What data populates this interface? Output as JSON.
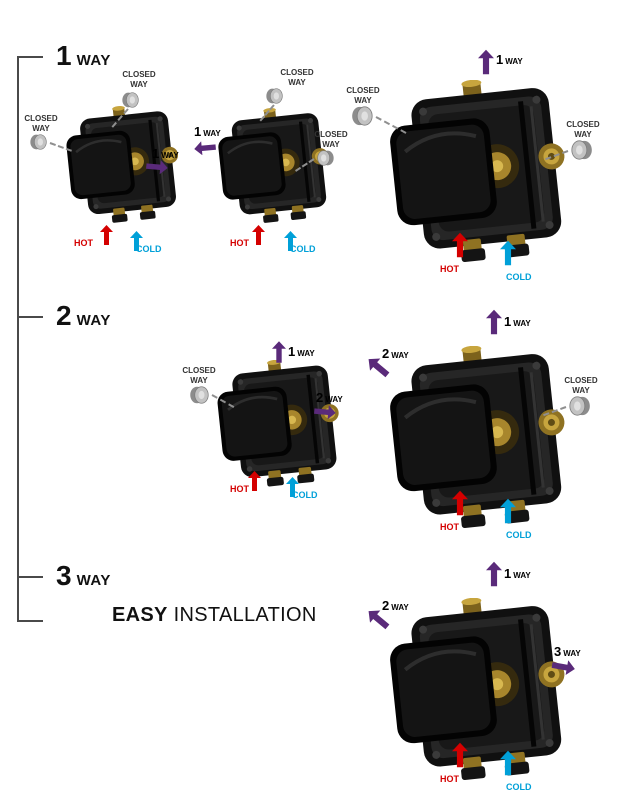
{
  "title": {
    "bold": "EASY",
    "regular": "INSTALLATION"
  },
  "sections": [
    {
      "num": "1",
      "way": "WAY"
    },
    {
      "num": "2",
      "way": "WAY"
    },
    {
      "num": "3",
      "way": "WAY"
    }
  ],
  "labels": {
    "closed_line1": "CLOSED",
    "closed_line2": "WAY",
    "hot": "HOT",
    "cold": "COLD"
  },
  "ways": {
    "w1": "1",
    "w2": "2",
    "w3": "3",
    "suffix": "WAY"
  },
  "colors": {
    "purple": "#5a2a7a",
    "hot_red": "#d40000",
    "cold_blue": "#00a0d8",
    "plug_gray": "#9a9a9a",
    "valve_dark": "#141414",
    "brass": "#c7a53e"
  }
}
